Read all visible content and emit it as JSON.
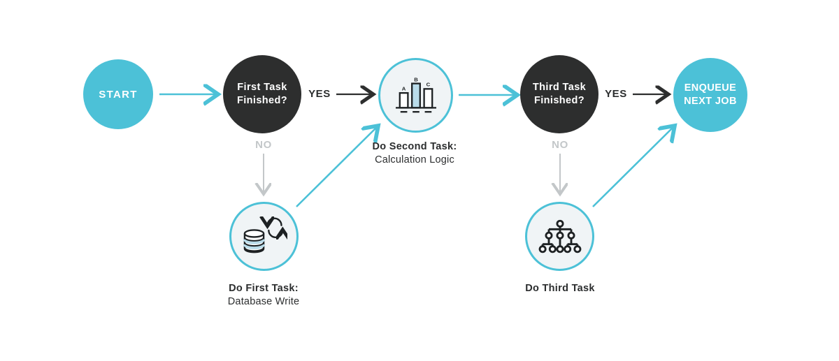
{
  "colors": {
    "accent": "#4cc1d7",
    "dark": "#2d2e2e",
    "gray": "#c3c7c9",
    "light_node_fill": "#f0f4f6",
    "icon_stroke": "#1d2123",
    "icon_blue": "#b9dcea",
    "background": "#ffffff"
  },
  "nodes": {
    "start": {
      "label": "START"
    },
    "first_task_check": {
      "line1": "First Task",
      "line2": "Finished?"
    },
    "do_second_task": {
      "title": "Do Second Task:",
      "subtitle": "Calculation Logic",
      "icon": "bar-chart-icon",
      "bar_labels": [
        "A",
        "B",
        "C"
      ]
    },
    "do_first_task": {
      "title": "Do First Task:",
      "subtitle": "Database Write",
      "icon": "database-sync-icon"
    },
    "third_task_check": {
      "line1": "Third Task",
      "line2": "Finished?"
    },
    "do_third_task": {
      "title": "Do Third Task",
      "icon": "sitemap-icon"
    },
    "enqueue_next_job": {
      "line1": "ENQUEUE",
      "line2": "NEXT JOB"
    }
  },
  "edges": [
    {
      "from": "start",
      "to": "first_task_check",
      "color": "accent",
      "label": ""
    },
    {
      "from": "first_task_check",
      "to": "do_second_task",
      "color": "dark",
      "label": "YES"
    },
    {
      "from": "first_task_check",
      "to": "do_first_task",
      "color": "gray",
      "label": "NO"
    },
    {
      "from": "do_first_task",
      "to": "do_second_task",
      "color": "accent",
      "label": ""
    },
    {
      "from": "do_second_task",
      "to": "third_task_check",
      "color": "accent",
      "label": ""
    },
    {
      "from": "third_task_check",
      "to": "enqueue_next_job",
      "color": "dark",
      "label": "YES"
    },
    {
      "from": "third_task_check",
      "to": "do_third_task",
      "color": "gray",
      "label": "NO"
    },
    {
      "from": "do_third_task",
      "to": "enqueue_next_job",
      "color": "accent",
      "label": ""
    }
  ]
}
